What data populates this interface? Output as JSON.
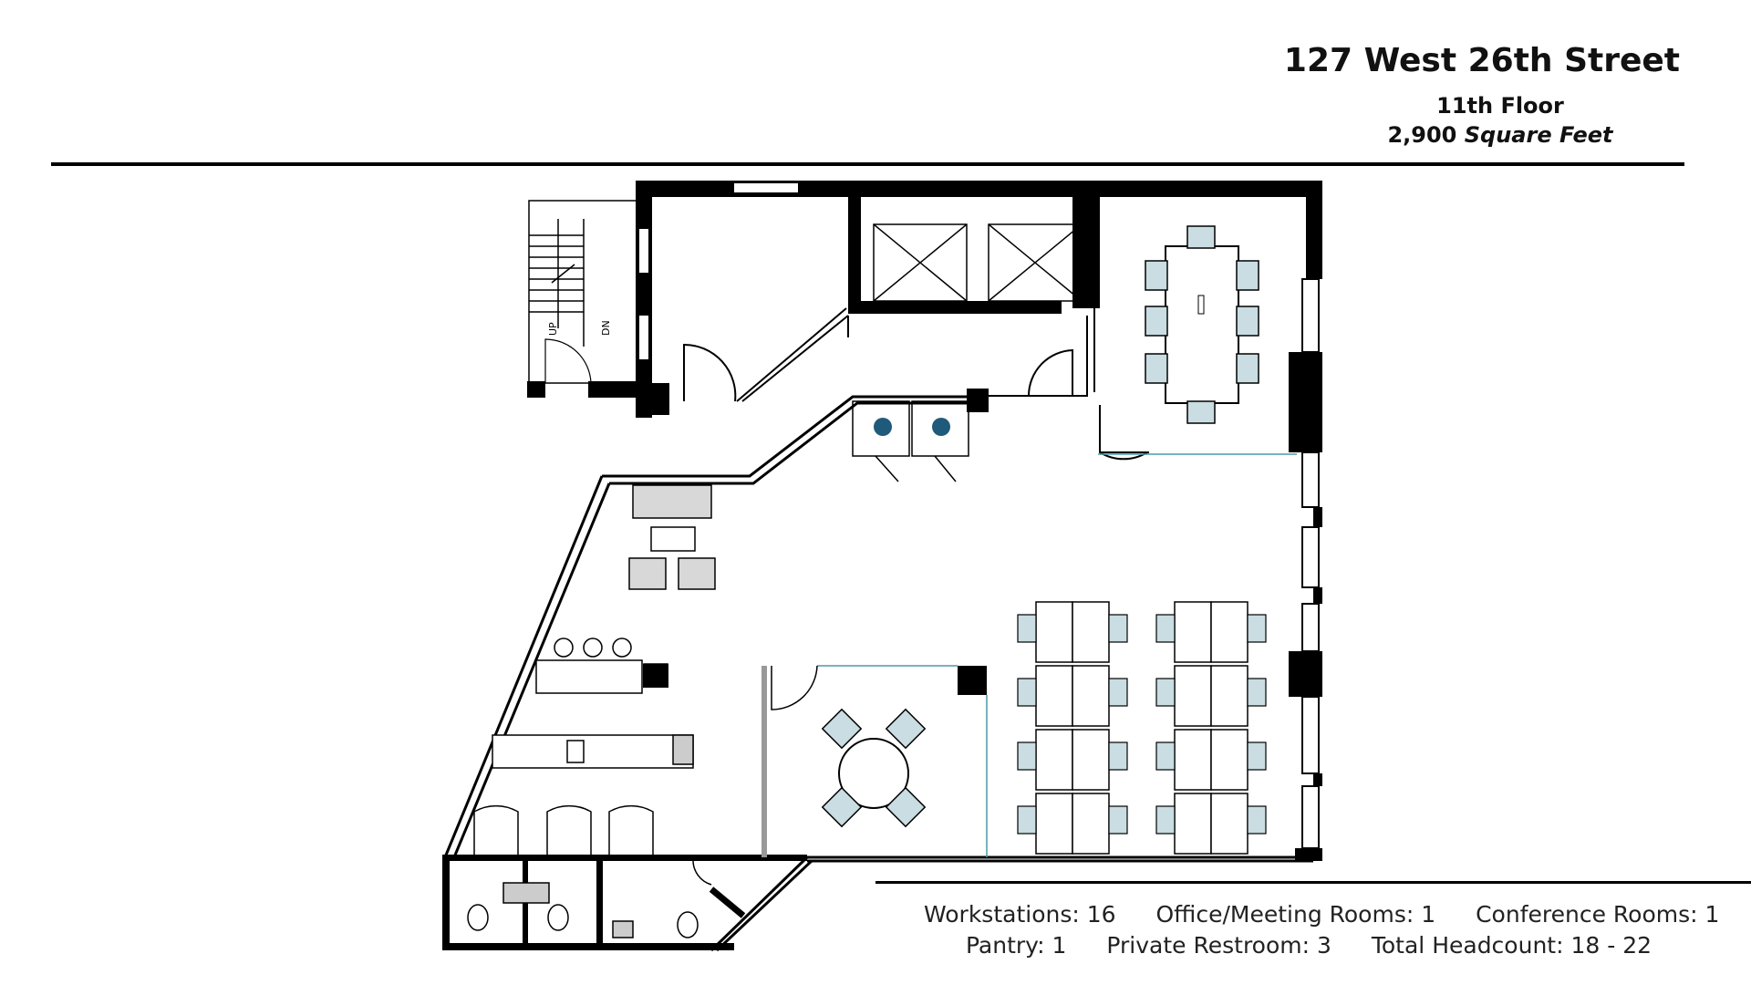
{
  "header": {
    "address": "127 West 26th Street",
    "floor": "11th Floor",
    "area_value": "2,900",
    "area_unit": "Square Feet"
  },
  "plan": {
    "stair_labels": {
      "up": "UP",
      "down": "DN"
    },
    "colors": {
      "wall": "#000000",
      "chair": "#c9dde2",
      "chair_dark": "#1f5a7a",
      "partition": "#4a9aa8",
      "furniture": "#ffffff"
    }
  },
  "stats": {
    "row1": [
      {
        "label": "Workstations: 16"
      },
      {
        "label": "Office/Meeting Rooms: 1"
      },
      {
        "label": "Conference Rooms: 1"
      }
    ],
    "row2": [
      {
        "label": "Pantry: 1"
      },
      {
        "label": "Private Restroom: 3"
      },
      {
        "label": "Total Headcount: 18 - 22"
      }
    ]
  }
}
